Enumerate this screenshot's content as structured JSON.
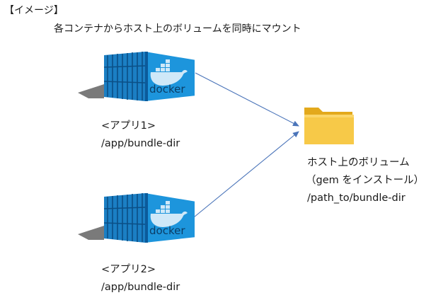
{
  "heading": "【イメージ】",
  "subtitle": "各コンテナからホスト上のボリュームを同時にマウント",
  "containers": [
    {
      "logo_text": "docker",
      "name": "<アプリ1>",
      "path": "/app/bundle-dir"
    },
    {
      "logo_text": "docker",
      "name": "<アプリ2>",
      "path": "/app/bundle-dir"
    }
  ],
  "host_volume": {
    "title": "ホスト上のボリューム",
    "subtitle": "（gem をインストール）",
    "path": "/path_to/bundle-dir"
  },
  "colors": {
    "container_blue": "#1d8fd8",
    "container_dark": "#0b5a9a",
    "arrow": "#4a74b9",
    "folder": "#f5c445"
  },
  "icons": {
    "container": "docker-container-icon",
    "folder": "folder-icon",
    "arrows": "arrow-icon"
  }
}
